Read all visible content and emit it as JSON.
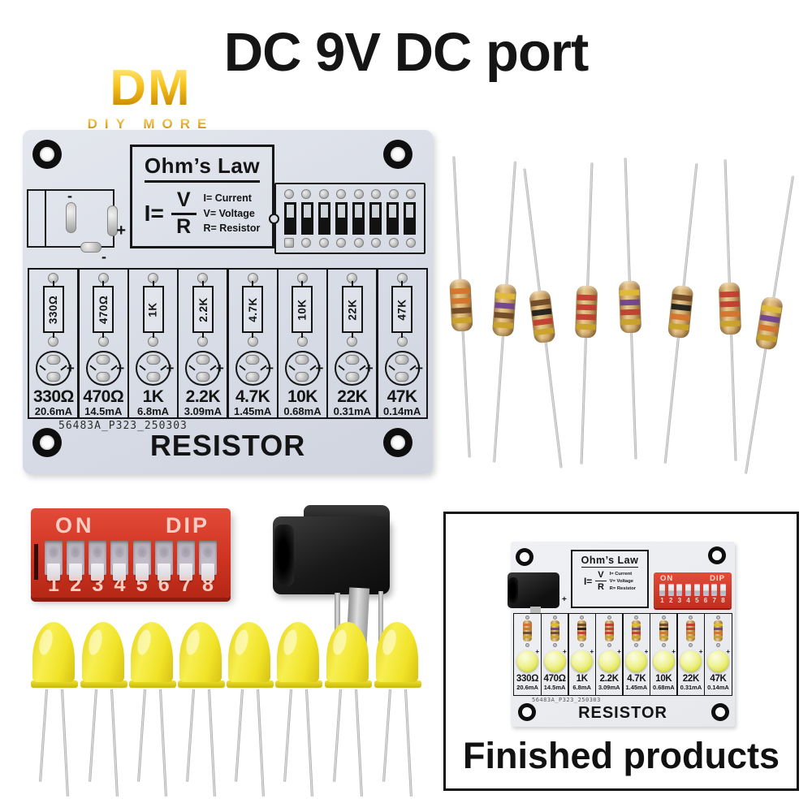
{
  "page": {
    "title": "DC 9V DC port",
    "finished_label": "Finished products"
  },
  "brand": {
    "logo": "DM",
    "name": "DIY MORE"
  },
  "ohms_law": {
    "title": "Ohm’s Law",
    "i_eq": "I=",
    "v": "V",
    "r": "R",
    "legend": [
      "I= Current",
      "V= Voltage",
      "R= Resistor"
    ]
  },
  "board": {
    "serial": "56483A_P323_250303",
    "label": "RESISTOR",
    "plus": "+",
    "minus": "-"
  },
  "dip": {
    "on": "ON",
    "dip": "DIP",
    "numbers": [
      "1",
      "2",
      "3",
      "4",
      "5",
      "6",
      "7",
      "8"
    ]
  },
  "resistors": [
    {
      "value": "330Ω",
      "current": "20.6mA",
      "bands": [
        "#d4722a",
        "#d4722a",
        "#6b4423",
        "#c9a227"
      ]
    },
    {
      "value": "470Ω",
      "current": "14.5mA",
      "bands": [
        "#e0bb35",
        "#6a3f8f",
        "#6b4423",
        "#c9a227"
      ]
    },
    {
      "value": "1K",
      "current": "6.8mA",
      "bands": [
        "#6b4423",
        "#1a1a1a",
        "#c03a2e",
        "#c9a227"
      ]
    },
    {
      "value": "2.2K",
      "current": "3.09mA",
      "bands": [
        "#c03a2e",
        "#c03a2e",
        "#c03a2e",
        "#c9a227"
      ]
    },
    {
      "value": "4.7K",
      "current": "1.45mA",
      "bands": [
        "#e0bb35",
        "#6a3f8f",
        "#c03a2e",
        "#c9a227"
      ]
    },
    {
      "value": "10K",
      "current": "0.68mA",
      "bands": [
        "#6b4423",
        "#1a1a1a",
        "#d4722a",
        "#c9a227"
      ]
    },
    {
      "value": "22K",
      "current": "0.31mA",
      "bands": [
        "#c03a2e",
        "#c03a2e",
        "#d4722a",
        "#c9a227"
      ]
    },
    {
      "value": "47K",
      "current": "0.14mA",
      "bands": [
        "#e0bb35",
        "#6a3f8f",
        "#d4722a",
        "#c9a227"
      ]
    }
  ],
  "colors": {
    "pcb": "#d9dde6",
    "dip_red": "#d63a2e",
    "led_yellow": "#f2e135",
    "brand_gold": "#e5a818"
  }
}
